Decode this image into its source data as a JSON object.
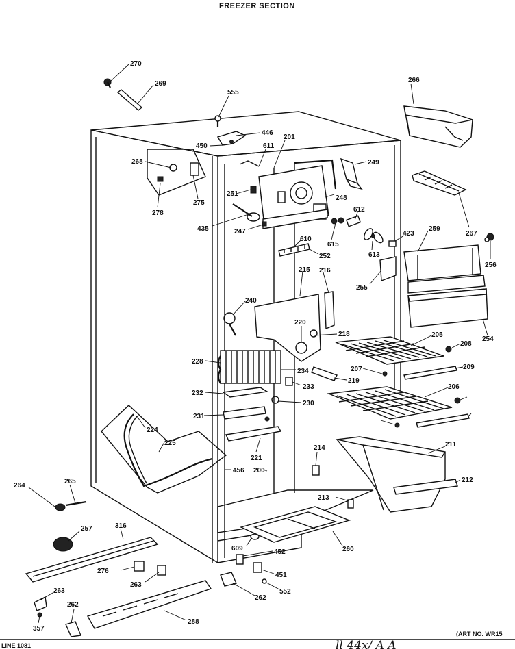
{
  "title": "FREEZER SECTION",
  "footer_left": "LINE 1081",
  "footer_right": "(ART NO. WR15",
  "handwritten": "ll 44x/ A A",
  "callouts": [
    "270",
    "269",
    "555",
    "446",
    "450",
    "201",
    "611",
    "266",
    "268",
    "251",
    "249",
    "278",
    "275",
    "248",
    "612",
    "435",
    "247",
    "610",
    "252",
    "615",
    "613",
    "423",
    "259",
    "256",
    "267",
    "215",
    "216",
    "255",
    "240",
    "220",
    "218",
    "205",
    "208",
    "254",
    "228",
    "234",
    "207",
    "209",
    "233",
    "219",
    "232",
    "230",
    "206",
    "231",
    "224",
    "225",
    "221",
    "200",
    "456",
    "214",
    "211",
    "212",
    "264",
    "265",
    "213",
    "316",
    "257",
    "276",
    "263",
    "609",
    "452",
    "260",
    "451",
    "552",
    "262",
    "357",
    "288"
  ]
}
